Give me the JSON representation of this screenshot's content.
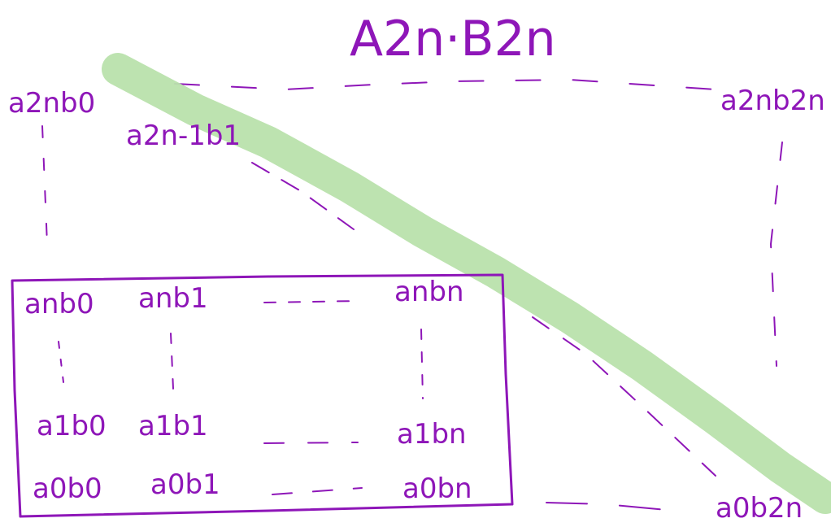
{
  "title": "A2n·B2n",
  "colors": {
    "ink": "#8e16b8",
    "highlight": "#b9e1ac",
    "background": "#ffffff"
  },
  "corners": {
    "top_left": "a2nb0",
    "top_right": "a2nb2n",
    "second_row": "a2n-1b1",
    "bottom_right": "a0b2n"
  },
  "inner_matrix": {
    "rows": [
      [
        "anb0",
        "anb1",
        "anbn"
      ],
      [
        "a1b0",
        "a1b1",
        "a1bn"
      ],
      [
        "a0b0",
        "a0b1",
        "a0bn"
      ]
    ]
  }
}
